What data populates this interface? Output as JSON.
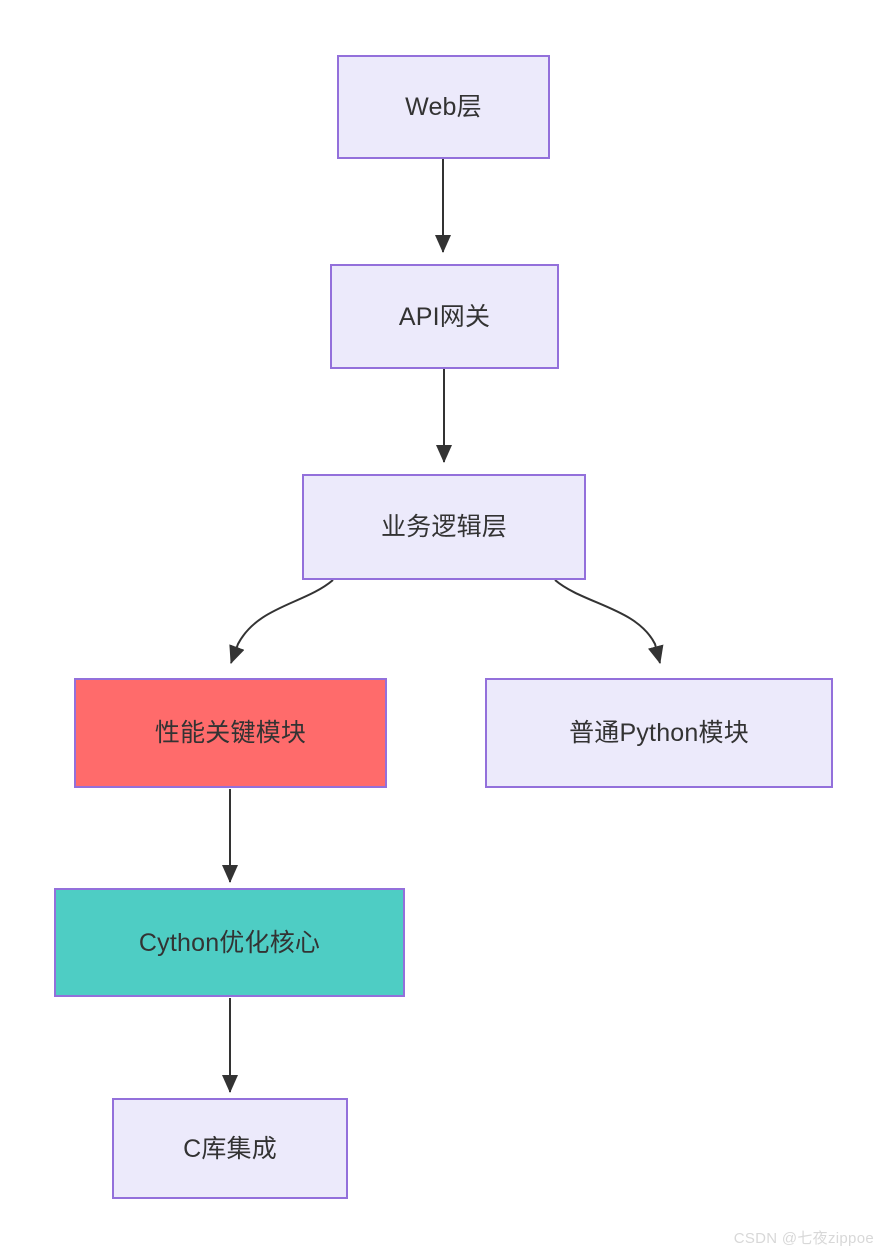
{
  "diagram": {
    "type": "flowchart",
    "direction": "top-down",
    "theme": {
      "background": "#ffffff",
      "node_fill": "#ECEAFB",
      "node_stroke": "#9370DB",
      "node_text": "#333333",
      "edge_stroke": "#333333",
      "critical_fill": "#FF6B6B",
      "optimized_fill": "#4ECDC4"
    },
    "nodes": [
      {
        "id": "web",
        "label": "Web层",
        "style": "default"
      },
      {
        "id": "api",
        "label": "API网关",
        "style": "default"
      },
      {
        "id": "biz",
        "label": "业务逻辑层",
        "style": "default"
      },
      {
        "id": "perf",
        "label": "性能关键模块",
        "style": "critical"
      },
      {
        "id": "py",
        "label": "普通Python模块",
        "style": "default"
      },
      {
        "id": "cython",
        "label": "Cython优化核心",
        "style": "optimized"
      },
      {
        "id": "clib",
        "label": "C库集成",
        "style": "default"
      }
    ],
    "edges": [
      {
        "from": "web",
        "to": "api",
        "shape": "straight"
      },
      {
        "from": "api",
        "to": "biz",
        "shape": "straight"
      },
      {
        "from": "biz",
        "to": "perf",
        "shape": "curved"
      },
      {
        "from": "biz",
        "to": "py",
        "shape": "curved"
      },
      {
        "from": "perf",
        "to": "cython",
        "shape": "straight"
      },
      {
        "from": "cython",
        "to": "clib",
        "shape": "straight"
      }
    ]
  },
  "watermark": {
    "text": "CSDN @七夜zippoe"
  }
}
